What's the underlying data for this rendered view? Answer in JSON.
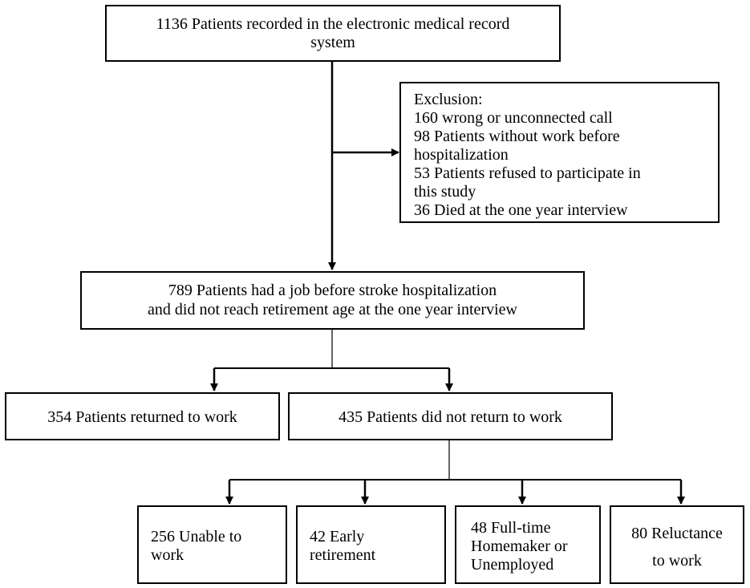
{
  "flowchart": {
    "source": {
      "line1": "1136 Patients recorded in the electronic medical record",
      "line2": "system"
    },
    "exclusion": {
      "lines": [
        "Exclusion:",
        "160 wrong or unconnected call",
        "98 Patients without work before",
        "hospitalization",
        "53 Patients refused to participate in",
        "this study",
        "36 Died at the one year interview"
      ]
    },
    "eligible": {
      "line1": "789 Patients had a job before stroke hospitalization",
      "line2": "and did not reach retirement age at the one year interview"
    },
    "returned": {
      "label": "354 Patients returned to work"
    },
    "not_returned": {
      "label": "435 Patients did not return to work"
    },
    "reasons": {
      "unable": {
        "line1": "256 Unable to",
        "line2": "work"
      },
      "early": {
        "line1": "42 Early",
        "line2": "retirement"
      },
      "homemaker": {
        "line1": "48 Full-time",
        "line2": "Homemaker or",
        "line3": "Unemployed"
      },
      "reluctance": {
        "line1": "80 Reluctance",
        "line2": "to work"
      }
    }
  }
}
